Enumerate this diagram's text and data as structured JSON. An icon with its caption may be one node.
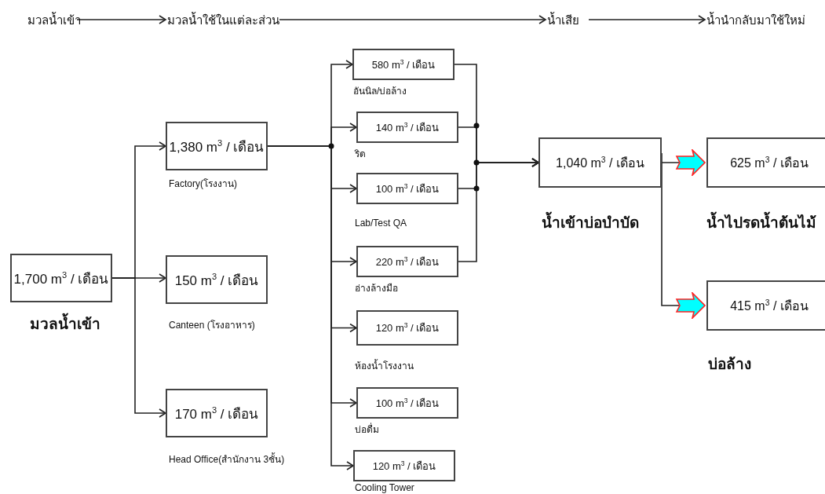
{
  "diagram": {
    "nodes": [
      {
        "text": [
          "มวลน้ำเข้า"
        ]
      },
      {
        "text": [
          "มวลน้ำใช้ในแต่ละส่วน"
        ]
      },
      {
        "text": [
          "น้ำเสีย"
        ]
      },
      {
        "text": [
          "น้ำนำกลับมาใช้ใหม่"
        ]
      },
      {
        "text": [
          "1,700 m$^{3}$ / เดือน"
        ],
        "beside": [
          "มวลน้ำเข้า"
        ]
      },
      {
        "text": [
          "1,380 m$^{3}$ / เดือน"
        ],
        "beside": [
          "Factory(โรงงาน)"
        ]
      },
      {
        "text": [
          "150 m$^{3}$ / เดือน"
        ],
        "beside": [
          "Canteen (โรงอาหาร)"
        ]
      },
      {
        "text": [
          "170 m$^{3}$ / เดือน"
        ],
        "beside": [
          "Head Office(สำนักงาน 3ชั้น)"
        ]
      },
      {
        "text": [
          "580 m$^{3}$ / เดือน"
        ],
        "beside": [
          "อันนิล/บ่อล้าง"
        ]
      },
      {
        "text": [
          "140 m$^{3}$ / เดือน"
        ],
        "beside": [
          "ริด"
        ]
      },
      {
        "text": [
          "100 m$^{3}$ / เดือน"
        ],
        "beside": [
          "Lab/Test QA"
        ]
      },
      {
        "text": [
          "220 m$^{3}$ / เดือน"
        ],
        "beside": [
          "อ่างล้างมือ"
        ]
      },
      {
        "text": [
          "120 m$^{3}$ / เดือน"
        ],
        "beside": [
          "ห้องน้ำโรงงาน"
        ]
      },
      {
        "text": [
          "100 m$^{3}$ / เดือน"
        ],
        "beside": [
          "บ่อดื่ม"
        ]
      },
      {
        "text": [
          "120 m$^{3}$ / เดือน"
        ],
        "beside": [
          "Cooling Tower"
        ]
      },
      {
        "text": [
          "1,040 m$^{3}$ / เดือน"
        ],
        "beside": [
          "น้ำเข้าบ่อบำบัด"
        ]
      },
      {
        "text": [
          "625 m$^{3}$ / เดือน"
        ],
        "beside": [
          "น้ำไปรดน้ำต้นไม้"
        ]
      },
      {
        "text": [
          "415 m$^{3}$ / เดือน"
        ],
        "beside": [
          "บ่อล้าง"
        ]
      }
    ],
    "edges": [
      {
        "from": 0,
        "to": 1,
        "arrow": "to"
      },
      {
        "from": 1,
        "to": 2,
        "arrow": "to"
      },
      {
        "from": 2,
        "to": 3,
        "arrow": "to"
      },
      {
        "from": 4,
        "to": 5,
        "arrow": "to"
      },
      {
        "from": 4,
        "to": 6,
        "arrow": "to"
      },
      {
        "from": 4,
        "to": 7,
        "arrow": "to"
      },
      {
        "from": 5,
        "to": 8,
        "arrow": "to"
      },
      {
        "from": 5,
        "to": 9,
        "arrow": "to"
      },
      {
        "from": 5,
        "to": 10,
        "arrow": "to"
      },
      {
        "from": 5,
        "to": 11,
        "arrow": "to"
      },
      {
        "from": 5,
        "to": 12,
        "arrow": "to"
      },
      {
        "from": 5,
        "to": 13,
        "arrow": "to"
      },
      {
        "from": 5,
        "to": 14,
        "arrow": "to"
      },
      {
        "from": 8,
        "to": 15,
        "arrow": "to"
      },
      {
        "from": 9,
        "to": 15,
        "arrow": "to"
      },
      {
        "from": 10,
        "to": 15,
        "arrow": "to"
      },
      {
        "from": 11,
        "to": 15,
        "arrow": "to"
      },
      {
        "from": 15,
        "to": 16,
        "arrow": "to"
      },
      {
        "from": 15,
        "to": 17,
        "arrow": "to"
      }
    ]
  }
}
